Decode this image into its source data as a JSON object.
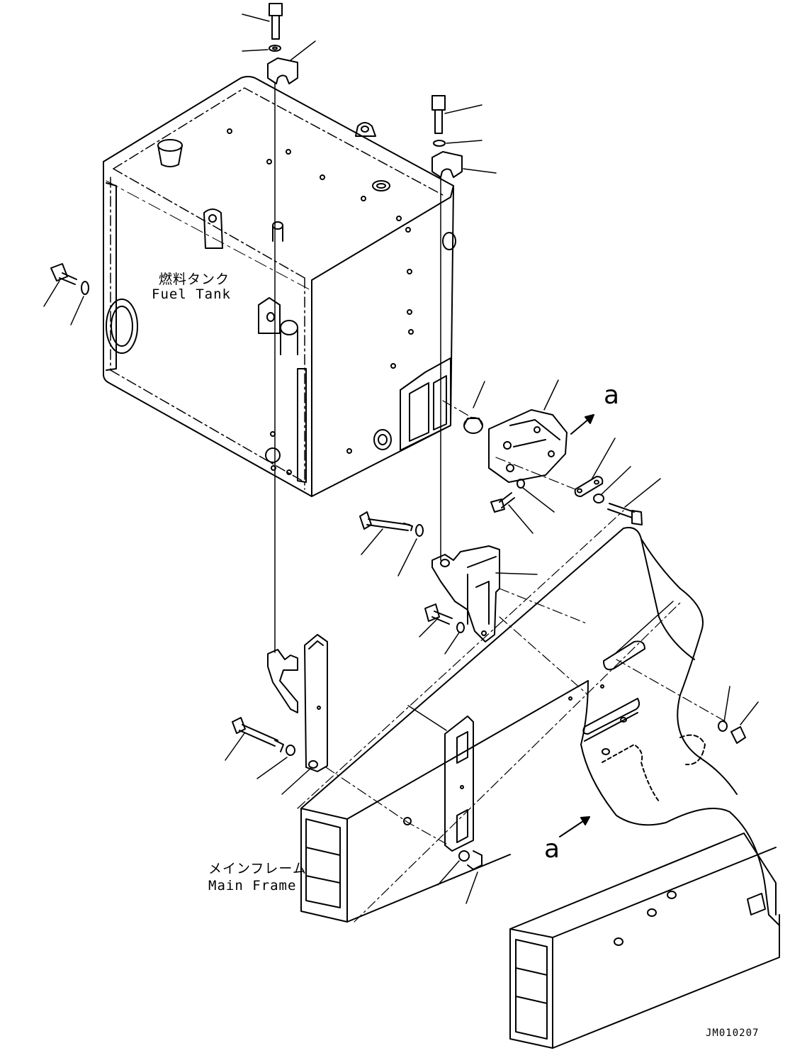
{
  "labels": {
    "fuel_tank_jp": "燃料タンク",
    "fuel_tank_en": "Fuel Tank",
    "main_frame_jp": "メインフレーム",
    "main_frame_en": "Main Frame",
    "view_marker_top": "a",
    "view_marker_bottom": "a",
    "drawing_code": "JM010207"
  }
}
